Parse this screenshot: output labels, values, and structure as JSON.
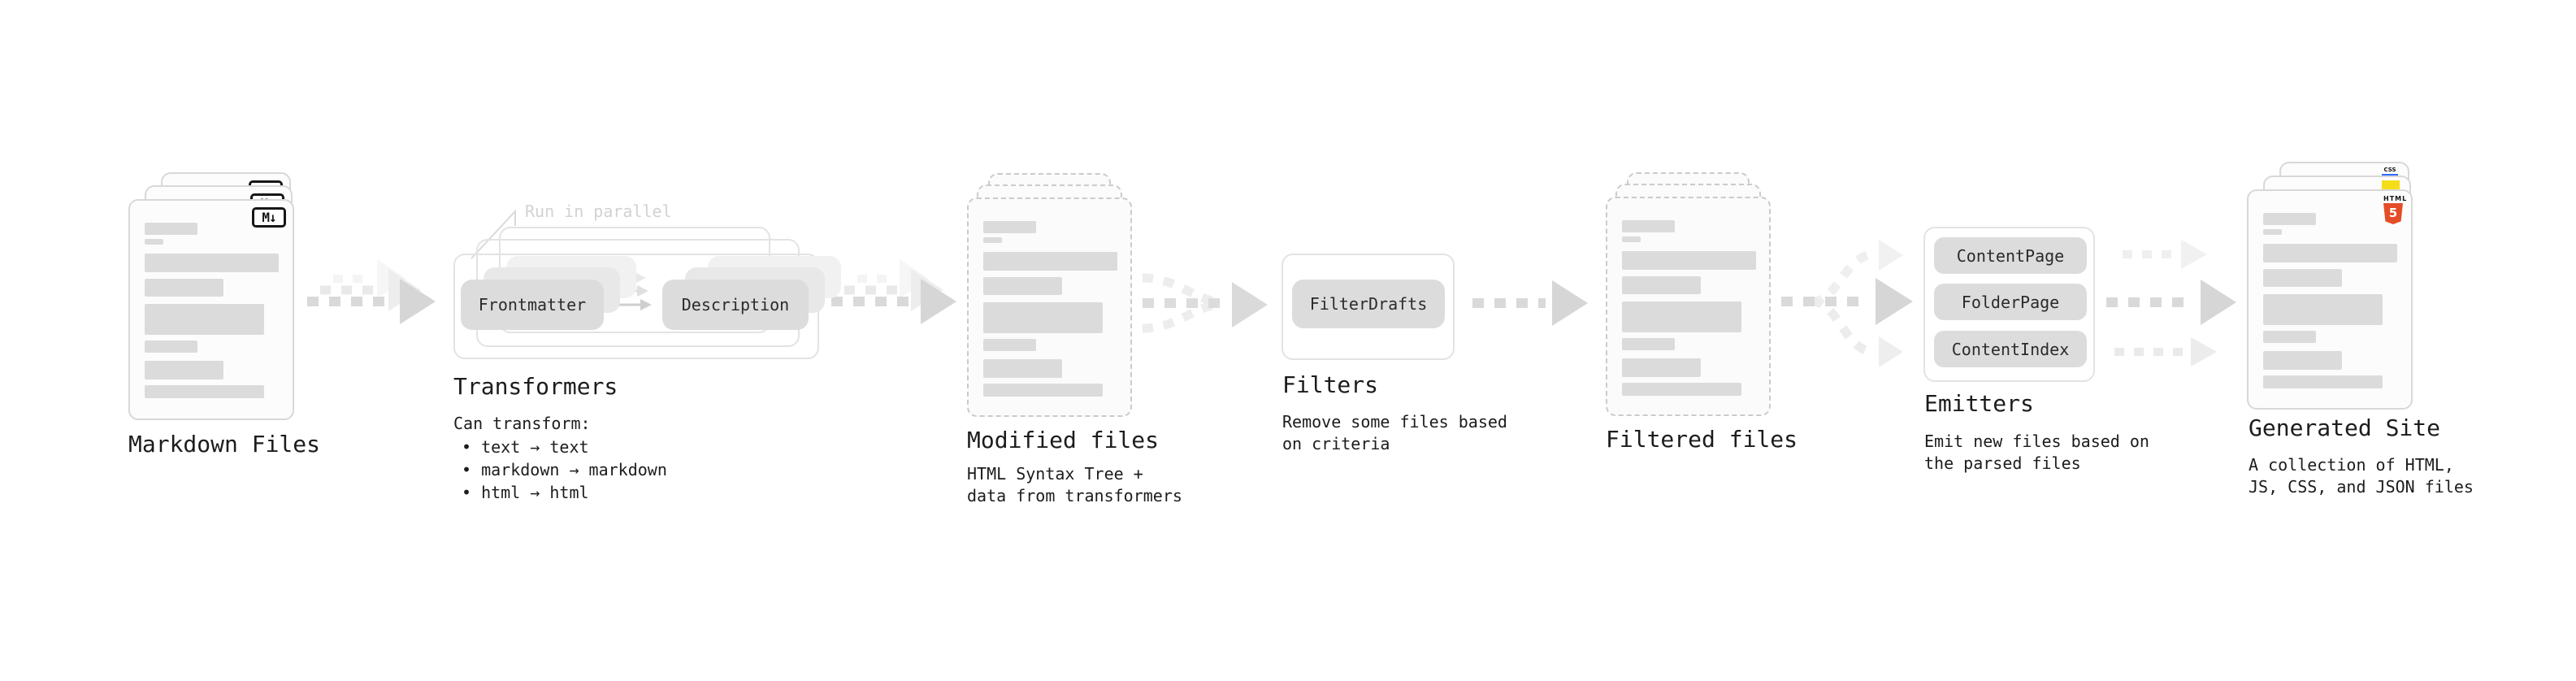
{
  "diagram": {
    "markdown_files": {
      "title": "Markdown Files",
      "badge": "M↓"
    },
    "transformers": {
      "note": "Run in parallel",
      "pill_frontmatter": "Frontmatter",
      "pill_description": "Description",
      "title": "Transformers",
      "subtitle": "Can transform:",
      "bullets": [
        "• text → text",
        "• markdown → markdown",
        "• html → html"
      ]
    },
    "modified_files": {
      "title": "Modified files",
      "subtitle": "HTML Syntax Tree +\ndata from transformers"
    },
    "filters": {
      "pill": "FilterDrafts",
      "title": "Filters",
      "subtitle": "Remove some files based\non criteria"
    },
    "filtered_files": {
      "title": "Filtered files"
    },
    "emitters": {
      "pills": [
        "ContentPage",
        "FolderPage",
        "ContentIndex"
      ],
      "title": "Emitters",
      "subtitle": "Emit new files based on\nthe parsed files"
    },
    "generated_site": {
      "title": "Generated Site",
      "subtitle": "A collection of HTML,\nJS, CSS, and JSON files",
      "badge_html_label": "HTML",
      "badge_html_number": "5",
      "badge_css": "CSS"
    }
  },
  "colors": {
    "arrow_main": "#d9d9d9",
    "arrow_ghost": "#ededed",
    "pill_fill": "#dcdcdc",
    "bar_fill": "#dbdbdb",
    "html5_orange": "#e44d26",
    "js_yellow": "#f5de19",
    "css_blue": "#2f6bff"
  }
}
